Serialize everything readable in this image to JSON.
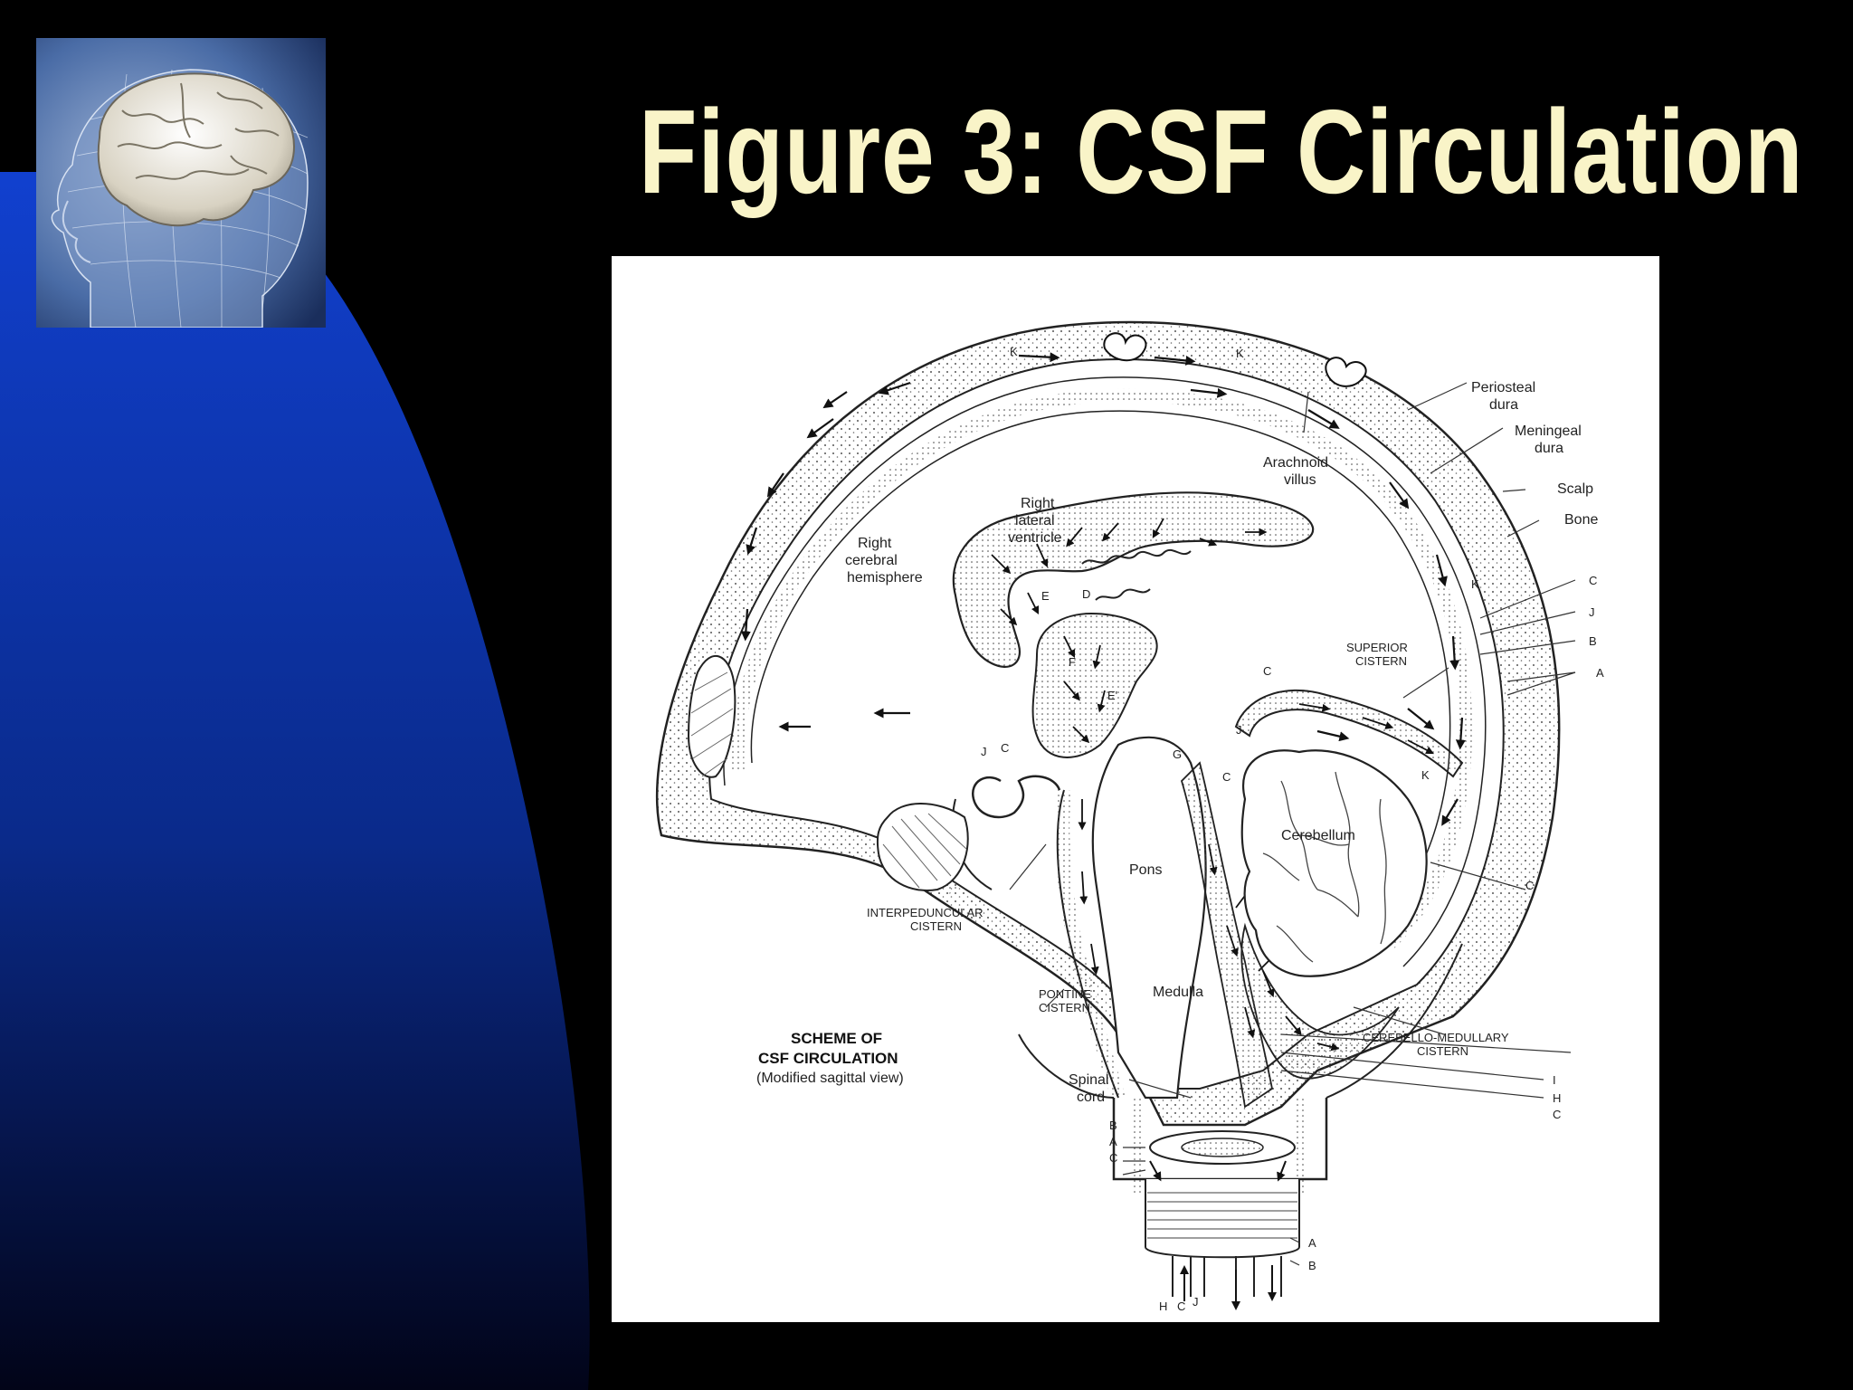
{
  "title": "Figure 3: CSF Circulation",
  "colors": {
    "title": "#f9f4c8",
    "arc_top": "#1140cf",
    "arc_bottom": "#020418",
    "background": "#000000"
  },
  "logo": {
    "icon": "brain-head-icon"
  },
  "diagram": {
    "caption": [
      "SCHEME OF",
      "CSF CIRCULATION",
      "(Modified sagittal view)"
    ],
    "labels": {
      "periosteal_dura": [
        "Periosteal",
        "dura"
      ],
      "meningeal_dura": [
        "Meningeal",
        "dura"
      ],
      "scalp": "Scalp",
      "bone": "Bone",
      "arachnoid_villus": [
        "Arachnoid",
        "villus"
      ],
      "right_lateral_ventricle": [
        "Right",
        "lateral",
        "ventricle"
      ],
      "right_cerebral_hemisphere": [
        "Right",
        "cerebral",
        "hemisphere"
      ],
      "superior_cistern": [
        "SUPERIOR",
        "CISTERN"
      ],
      "cerebellum": "Cerebellum",
      "pons": "Pons",
      "interpeduncular_cistern": [
        "INTERPEDUNCULAR",
        "CISTERN"
      ],
      "pontine_cistern": [
        "PONTINE",
        "CISTERN"
      ],
      "medulla": "Medulla",
      "cerebello_medullary_cistern": [
        "CEREBELLO-MEDULLARY",
        "CISTERN"
      ],
      "spinal_cord": [
        "Spinal",
        "cord"
      ]
    },
    "letters": {
      "right_side": [
        "C",
        "J",
        "B",
        "A"
      ],
      "lower_right": [
        "I",
        "H",
        "C"
      ],
      "lower_left": [
        "B",
        "A",
        "C"
      ],
      "bottom": [
        "A",
        "B",
        "H",
        "C",
        "J"
      ],
      "internal": [
        "E",
        "D",
        "F",
        "E'",
        "G",
        "J",
        "C",
        "K",
        "K",
        "K",
        "K",
        "J",
        "C",
        "C",
        "C"
      ]
    }
  }
}
